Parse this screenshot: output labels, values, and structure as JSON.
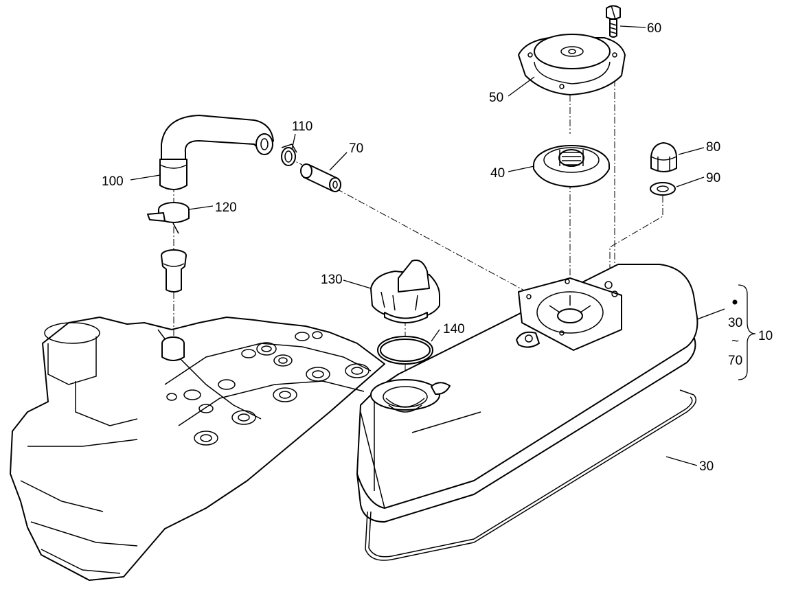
{
  "callouts": {
    "c60": "60",
    "c50": "50",
    "c110": "110",
    "c70": "70",
    "c80": "80",
    "c40": "40",
    "c90": "90",
    "c100": "100",
    "c120": "120",
    "c130": "130",
    "c140": "140",
    "c30": "30",
    "c10": "10"
  },
  "assembly_range": {
    "from": "30",
    "tilde": "~",
    "to": "70"
  }
}
